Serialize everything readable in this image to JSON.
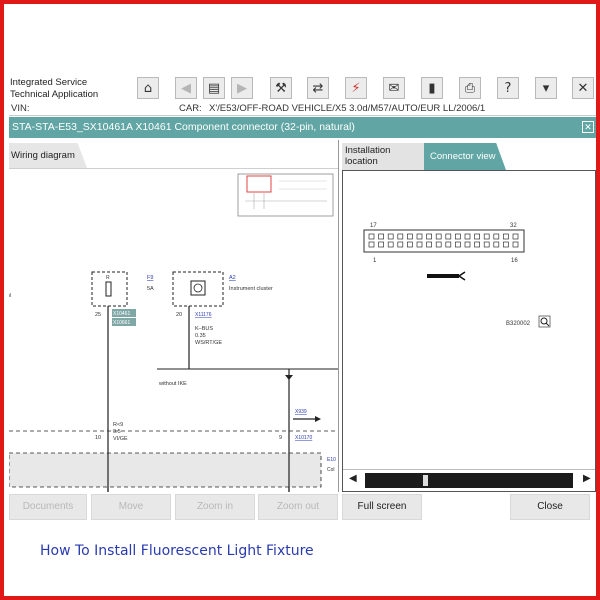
{
  "app": {
    "title_line1": "Integrated Service",
    "title_line2": "Technical Application"
  },
  "toolbar": {
    "icons": [
      "home-icon",
      "back-icon",
      "documents-icon",
      "forward-icon",
      "wrench-icon",
      "compare-icon",
      "connection-icon",
      "mail-icon",
      "battery-icon",
      "print-icon",
      "help-icon",
      "minimize-icon",
      "close-icon"
    ]
  },
  "vehicle": {
    "vin_label": "VIN:",
    "car_label": "CAR:",
    "car_value": "X'/E53/OFF-ROAD VEHICLE/X5 3.0d/M57/AUTO/EUR LL/2006/1"
  },
  "window": {
    "title": "STA-STA-E53_SX10461A X10461 Component connector (32-pin, natural)"
  },
  "left_tabs": {
    "wiring": "Wiring diagram"
  },
  "right_tabs": {
    "install_line1": "Installation",
    "install_line2": "location",
    "connector": "Connector view"
  },
  "diagram": {
    "fuse_label": "F9",
    "fuse_rating": "5A",
    "fuse_symbol": "R",
    "pin_left": "25",
    "conn_a": "X10461",
    "conn_b": "X10661",
    "cluster_label": "A2",
    "cluster_name": "Instrument cluster",
    "pin_mid": "20",
    "conn_mid": "X11176",
    "bus_label": "K–BUS",
    "bus_size": "0.35",
    "bus_color": "WS/RT/GE",
    "without_ike": "without IKE",
    "wire_r": "R<9",
    "wire_size": "0.5",
    "wire_color": "VI/GE",
    "conn_x939": "X939",
    "pin_10": "10",
    "pin_9": "9",
    "conn_x10170": "X10170",
    "right_cut_1": "E10",
    "right_cut_2": "Col",
    "left_cut": "ul"
  },
  "connector": {
    "pin_17": "17",
    "pin_32": "32",
    "pin_1": "1",
    "pin_16": "16",
    "part_no": "B320002",
    "zoom_icon": "magnifier-icon"
  },
  "buttons": {
    "documents": "Documents",
    "move": "Move",
    "zoom_in": "Zoom in",
    "zoom_out": "Zoom out",
    "full_screen": "Full screen",
    "close": "Close"
  },
  "caption": "How To Install Fluorescent Light Fixture",
  "colors": {
    "frame": "#e01818",
    "accent": "#61a6a4",
    "caption": "#2a3bb0"
  }
}
